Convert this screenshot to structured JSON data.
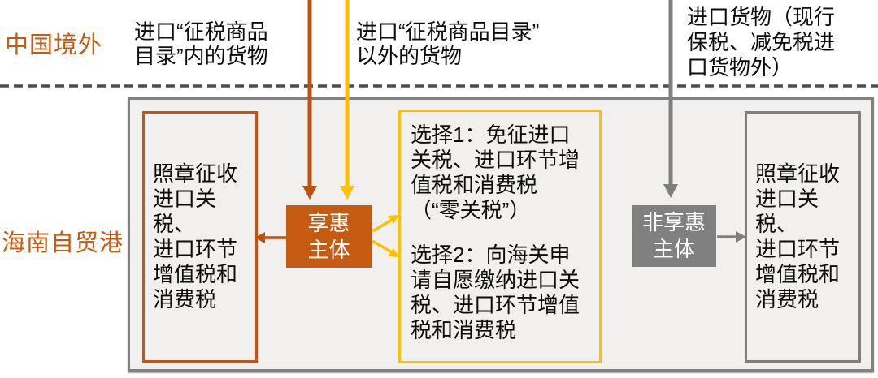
{
  "labels": {
    "outside_china": "中国境外",
    "hainan_ftp": "海南自贸港"
  },
  "annotations": {
    "in_catalog": "进口“征税商品\n目录”内的货物",
    "outside_catalog": "进口“征税商品目录”\n以外的货物",
    "other_imports": "进口货物（现行\n保税、减免税进\n口货物外）"
  },
  "nodes": {
    "left_tax_box": "照章征收\n进口关税、\n进口环节\n增值税和\n消费税",
    "beneficiary": "享惠\n主体",
    "choice1": "选择1：免征进口\n关税、进口环节增\n值税和消费税\n（“零关税”）",
    "choice2": "选择2：向海关申\n请自愿缴纳进口关\n税、进口环节增值\n税和消费税",
    "non_beneficiary": "非享惠\n主体",
    "right_tax_box": "照章征收\n进口关税、\n进口环节\n增值税和\n消费税"
  },
  "colors": {
    "dark_orange": "#c2500d",
    "orange_fill": "#c55a11",
    "label_orange": "#c55a11",
    "yellow": "#ffc000",
    "gray": "#808080",
    "dash_gray": "#4d4d4d",
    "zone_background": "#f1f0ee"
  }
}
